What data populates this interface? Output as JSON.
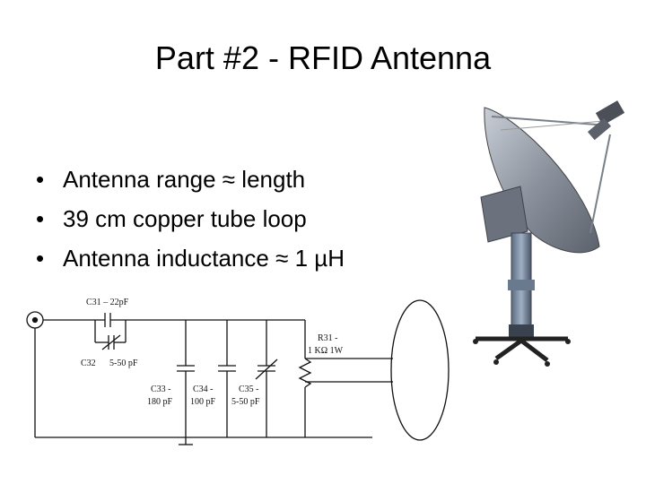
{
  "slide": {
    "title": "Part #2 - RFID Antenna",
    "bullets": [
      "Antenna range ≈ length",
      "39 cm copper tube loop",
      "Antenna inductance ≈ 1 µH"
    ]
  },
  "schematic": {
    "c31": "C31 – 22pF",
    "c32": "C32",
    "c32_value": "5-50 pF",
    "c33": "C33 -",
    "c33_value": "180 pF",
    "c34": "C34 -",
    "c34_value": "100 pF",
    "c35": "C35 -",
    "c35_value": "5-50 pF",
    "r31": "R31 -",
    "r31_value": "1 KΩ 1W"
  },
  "image": {
    "icon": "satellite-dish-icon"
  }
}
